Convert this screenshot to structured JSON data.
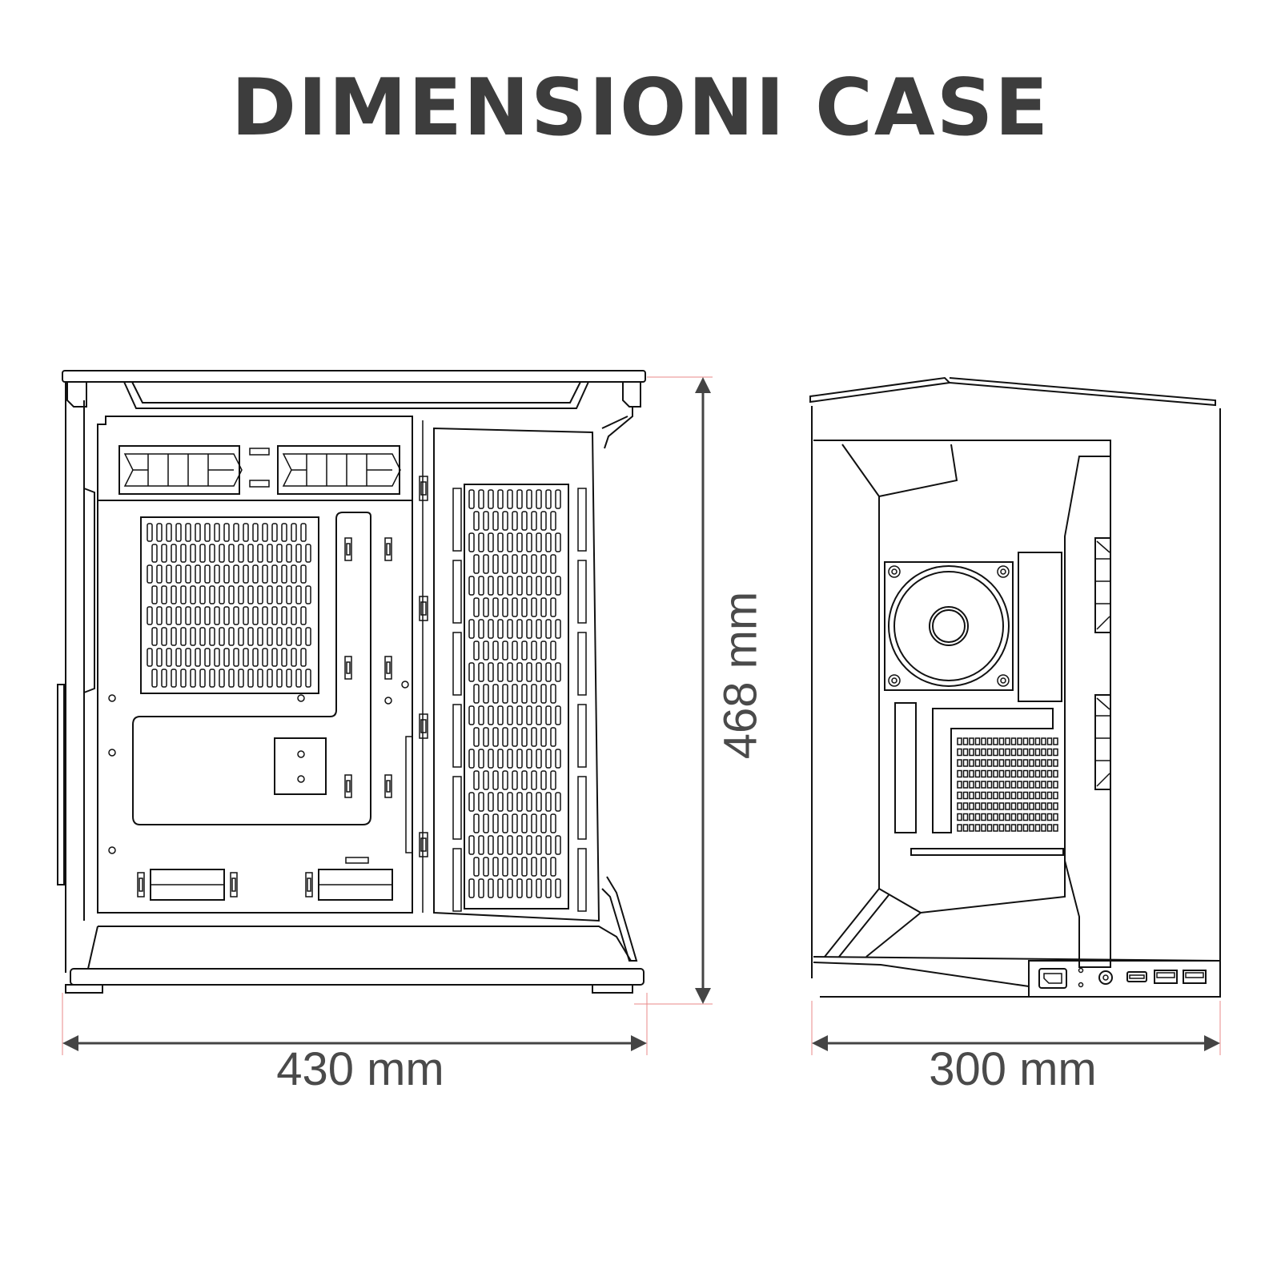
{
  "title": "DIMENSIONI CASE",
  "dimensions": {
    "width": "430 mm",
    "height": "468 mm",
    "depth": "300 mm"
  },
  "views": [
    "front-view",
    "side-view"
  ],
  "colors": {
    "text": "#3d3d3d",
    "line": "#111111",
    "extension": "#e88a8a",
    "dimension": "#444444"
  }
}
